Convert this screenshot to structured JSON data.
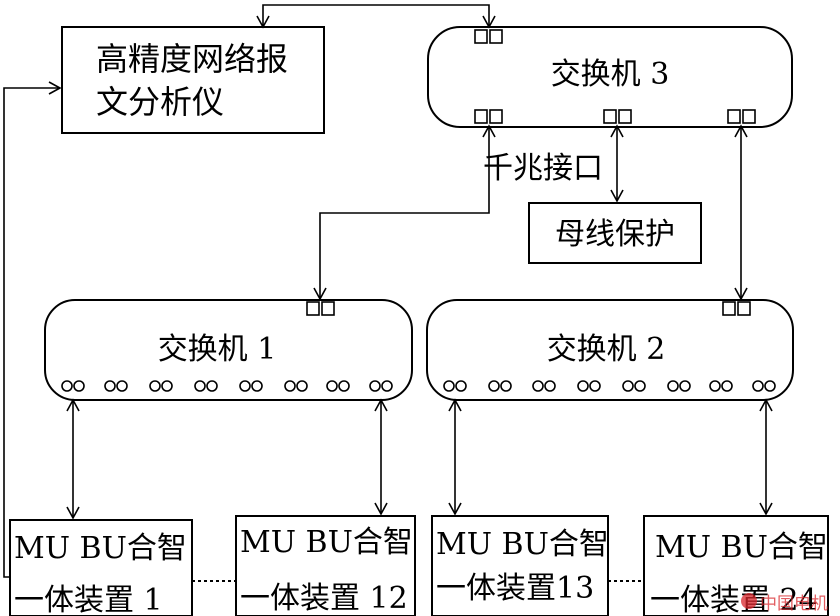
{
  "nodes": {
    "analyzer": {
      "line1": "高精度网络报",
      "line2": "文分析仪"
    },
    "switch3": "交换机 3",
    "switch1": "交换机 1",
    "switch2": "交换机 2",
    "busbar_protection": "母线保护",
    "gigabit_interface": "千兆接口",
    "mu1": {
      "line1": "MU BU合智",
      "line2": "一体装置 1"
    },
    "mu12": {
      "line1": "MU BU合智",
      "line2": "一体装置 12"
    },
    "mu13": {
      "line1": "MU BU合智",
      "line2": "一体装置13"
    },
    "mu24": {
      "line1": "MU BU合智",
      "line2": "一体装置 24"
    }
  },
  "watermark": "中国电机"
}
